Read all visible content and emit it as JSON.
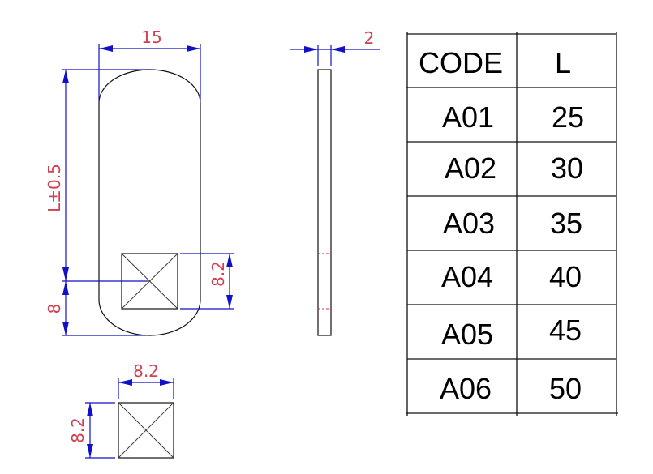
{
  "drawing": {
    "front_view": {
      "width_dim": "15",
      "length_dim": "L±0.5",
      "offset_dim": "8",
      "square_dim": "8.2"
    },
    "side_view": {
      "thickness_dim": "2"
    },
    "detail_square": {
      "width_dim": "8.2",
      "height_dim": "8.2"
    },
    "colors": {
      "dimension": "#1010c8",
      "dim_text": "#d04050",
      "outline": "#111111"
    }
  },
  "table": {
    "headers": [
      "CODE",
      "L"
    ],
    "rows": [
      [
        "A01",
        "25"
      ],
      [
        "A02",
        "30"
      ],
      [
        "A03",
        "35"
      ],
      [
        "A04",
        "40"
      ],
      [
        "A05",
        "45"
      ],
      [
        "A06",
        "50"
      ]
    ]
  }
}
